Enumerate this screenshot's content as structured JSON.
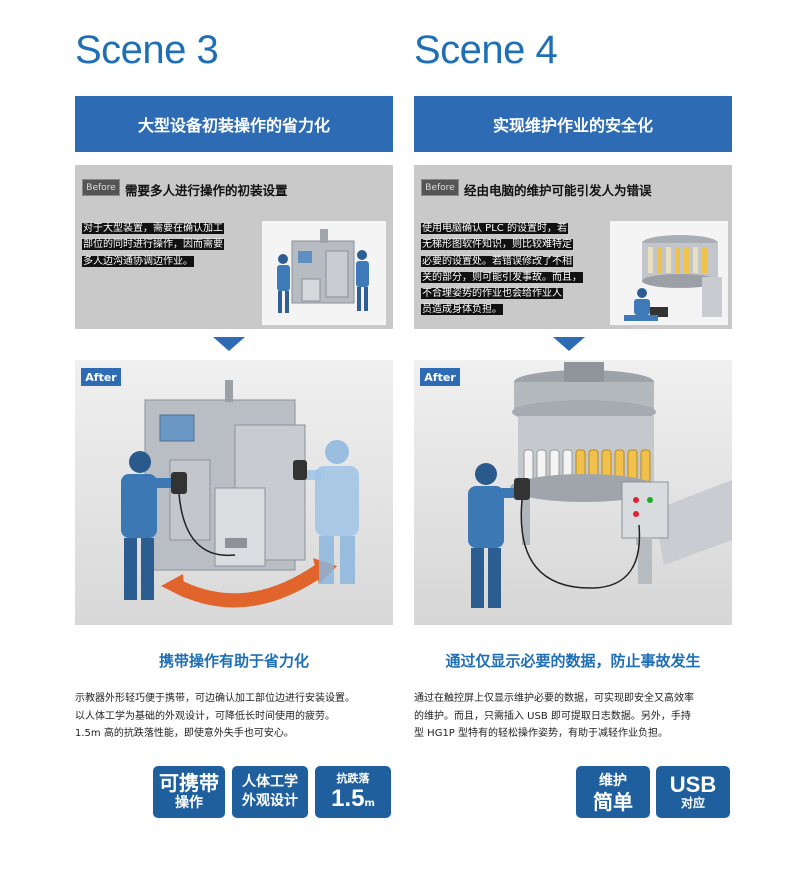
{
  "scenes": [
    {
      "title": "Scene 3",
      "header": "大型设备初装操作的省力化",
      "before_tag": "Before",
      "before_heading": "需要多人进行操作的初装设置",
      "before_lines": [
        "对于大型装置，需要在确认加工",
        "部位的同时进行操作，因而需要",
        "多人边沟通协调边作业。"
      ],
      "after_label": "After",
      "sub_title": "携带操作有助于省力化",
      "desc_lines": [
        "示教器外形轻巧便于携带，可边确认加工部位边进行安装设置。",
        "以人体工学为基础的外观设计，可降低长时间使用的疲劳。",
        "1.5m 高的抗跌落性能，即使意外失手也可安心。"
      ],
      "badges": [
        {
          "big": "可携带",
          "small": "操作"
        },
        {
          "line1": "人体工学",
          "line2": "外观设计"
        },
        {
          "label": "抗跌落",
          "num": "1.5",
          "unit": "m"
        }
      ]
    },
    {
      "title": "Scene 4",
      "header": "实现维护作业的安全化",
      "before_tag": "Before",
      "before_heading": "经由电脑的维护可能引发人为错误",
      "before_lines": [
        "使用电脑确认 PLC 的设置时，若",
        "无梯形图软件知识，则比较难特定",
        "必要的设置处。若错误修改了不相",
        "关的部分，则可能引发事故。而且，",
        "不合理姿势的作业也会给作业人",
        "员造成身体负担。"
      ],
      "after_label": "After",
      "sub_title": "通过仅显示必要的数据，防止事故发生",
      "desc_lines": [
        "通过在触控屏上仅显示维护必要的数据，可实现即安全又高效率",
        "的维护。而且，只需插入 USB 即可提取日志数据。另外，手持",
        "型 HG1P 型特有的轻松操作姿势，有助于减轻作业负担。"
      ],
      "badges": [
        {
          "label": "维护",
          "big": "简单"
        },
        {
          "big": "USB",
          "small": "对应"
        }
      ]
    }
  ],
  "colors": {
    "accent": "#2d6cb5",
    "badge": "#1f5f9e",
    "title": "#1f6fb6"
  }
}
